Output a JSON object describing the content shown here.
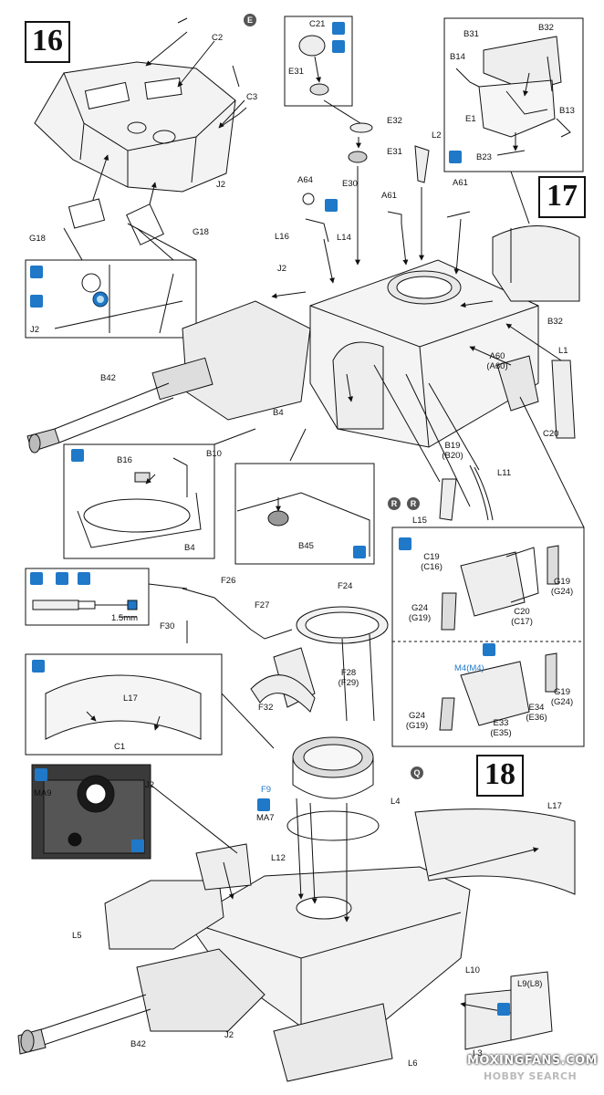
{
  "steps": {
    "s16": "16",
    "s17": "17",
    "s18": "18"
  },
  "labels": {
    "e_mark": "E",
    "c2": "C2",
    "c3": "C3",
    "j2_a": "J2",
    "g18_a": "G18",
    "g18_b": "G18",
    "j2_inset": "J2",
    "c21": "C21",
    "e31_top": "E31",
    "e32": "E32",
    "e31": "E31",
    "l2": "L2",
    "e30": "E30",
    "a64": "A64",
    "a61_a": "A61",
    "a61_b": "A61",
    "l16": "L16",
    "l14": "L14",
    "j2_b": "J2",
    "b31": "B31",
    "b32_top": "B32",
    "b14": "B14",
    "e1": "E1",
    "b13": "B13",
    "b23": "B23",
    "b32": "B32",
    "a60": "A60",
    "a60p": "(A60)",
    "l1": "L1",
    "c20_a": "C20",
    "b42_a": "B42",
    "b4_a": "B4",
    "b19": "B19",
    "b20p": "(B20)",
    "l11": "L11",
    "l15": "L15",
    "r_mark": "R",
    "r_mark_p": "R",
    "b16": "B16",
    "b10": "B10",
    "b4_b": "B4",
    "b45": "B45",
    "c19": "C19",
    "c16p": "(C16)",
    "g19_a": "G19",
    "g24p_a": "(G24)",
    "g24_a": "G24",
    "g19p_a": "(G19)",
    "c20_b": "C20",
    "c17p": "(C17)",
    "m4": "M4(M4)",
    "g19_b": "G19",
    "g24p_b": "(G24)",
    "g24_b": "G24",
    "g19p_b": "(G19)",
    "e34": "E34",
    "e36p": "(E36)",
    "e33": "E33",
    "e35p": "(E35)",
    "f26": "F26",
    "f24": "F24",
    "f27": "F27",
    "f30": "F30",
    "dim": "1.5mm",
    "f28": "F28",
    "f29p": "(F29)",
    "f32": "F32",
    "q_mark": "Q",
    "l17_a": "L17",
    "c1": "C1",
    "ma9": "MA9",
    "j2_c": "J2",
    "f9": "F9",
    "ma7": "MA7",
    "l4": "L4",
    "l17_b": "L17",
    "l12": "L12",
    "l5": "L5",
    "l10": "L10",
    "l9": "L9(L8)",
    "b42_b": "B42",
    "j2_d": "J2",
    "l3": "L3",
    "l6": "L6"
  },
  "watermark": {
    "site": "MOXINGFANS.COM",
    "search": "HOBBY SEARCH"
  },
  "colors": {
    "accent": "#1f78c8",
    "ink": "#111111",
    "inset_bg": "#3a3a3a"
  }
}
